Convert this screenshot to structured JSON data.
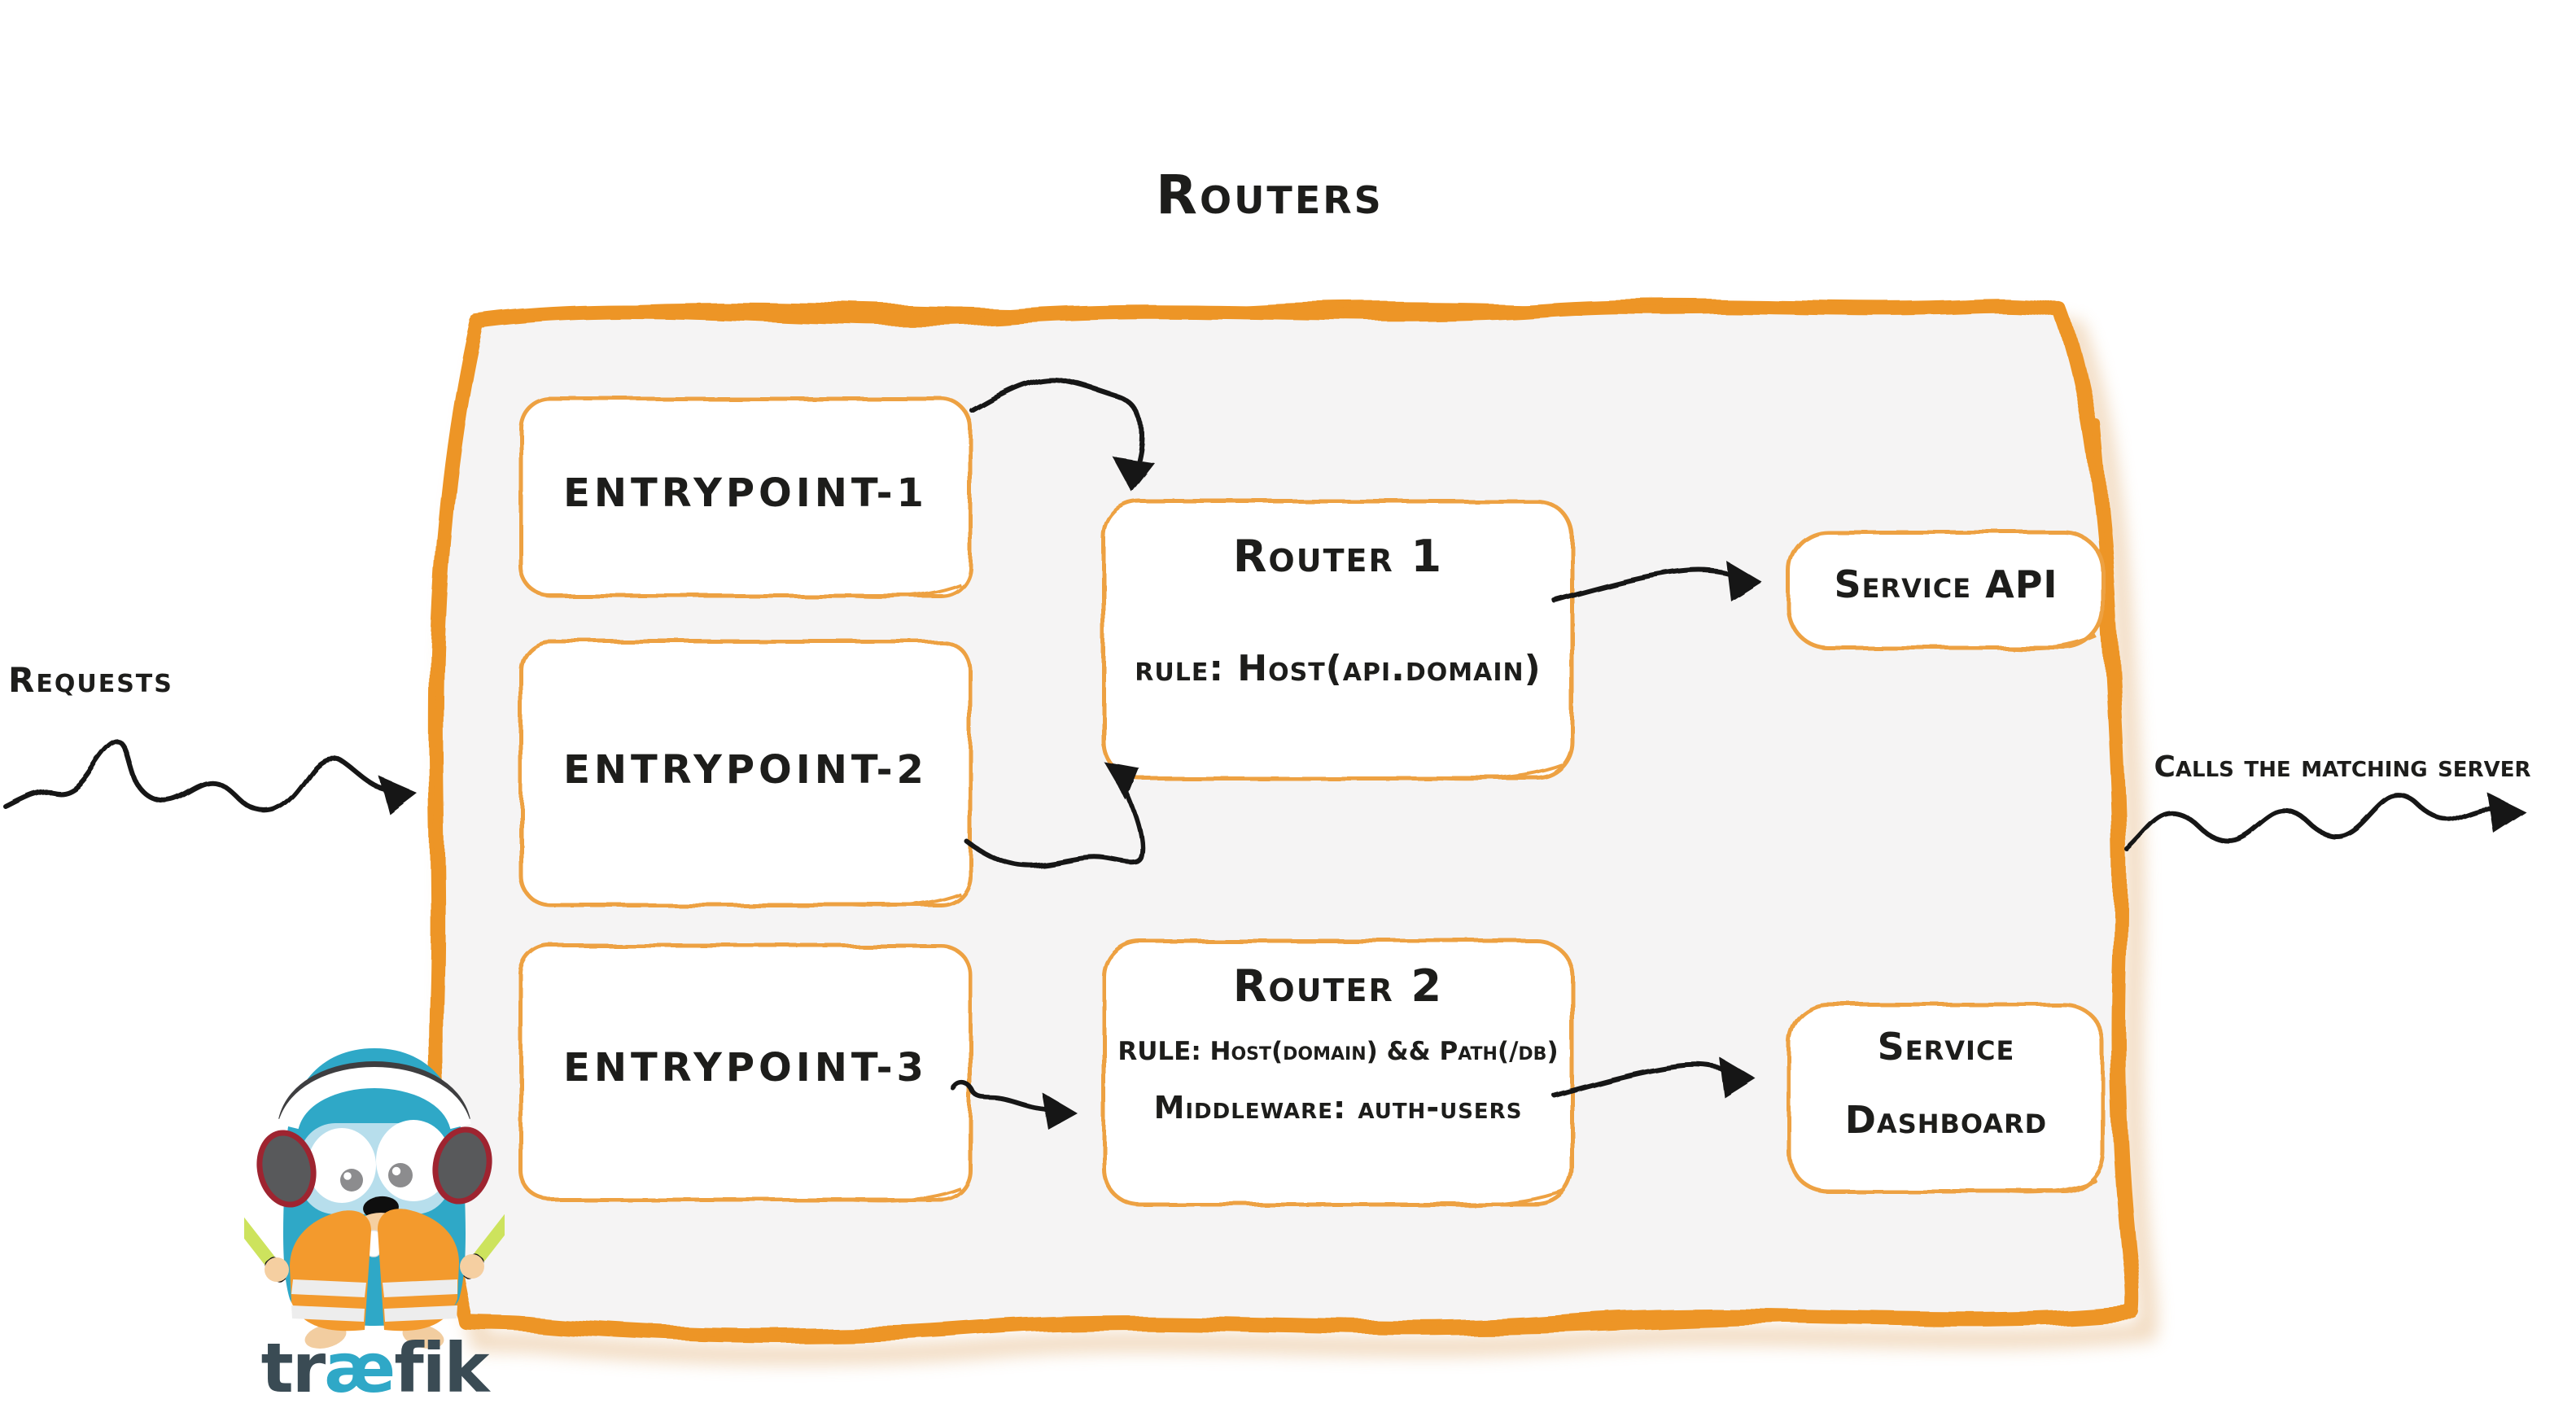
{
  "title": "Routers",
  "annotations": {
    "requests": "Requests",
    "calls": "Calls the matching server"
  },
  "entrypoints": [
    {
      "label": "entrypoint-1"
    },
    {
      "label": "entrypoint-2"
    },
    {
      "label": "entrypoint-3"
    }
  ],
  "routers": [
    {
      "title": "Router 1",
      "rule": "rule: Host(api.domain)"
    },
    {
      "title": "Router 2",
      "rule": "RULE: Host(domain) && Path(/db)",
      "middleware": "Middleware: auth-users"
    }
  ],
  "services": [
    {
      "line1": "Service API"
    },
    {
      "line1": "Service",
      "line2": "Dashboard"
    }
  ],
  "logo": {
    "name": "traefik-gopher-mascot",
    "wordmark": {
      "prefix": "tr",
      "ligature": "æ",
      "suffix": "fik"
    }
  },
  "colors": {
    "accent_orange": "#ED9526",
    "box_border": "#EDA142",
    "container_fill": "#F5F4F4",
    "ink": "#1D1D1B",
    "brand_blue": "#2FA8C7",
    "brand_dark": "#3A4B54",
    "vest_orange": "#F39A2D",
    "stick_green": "#CDE35D"
  }
}
